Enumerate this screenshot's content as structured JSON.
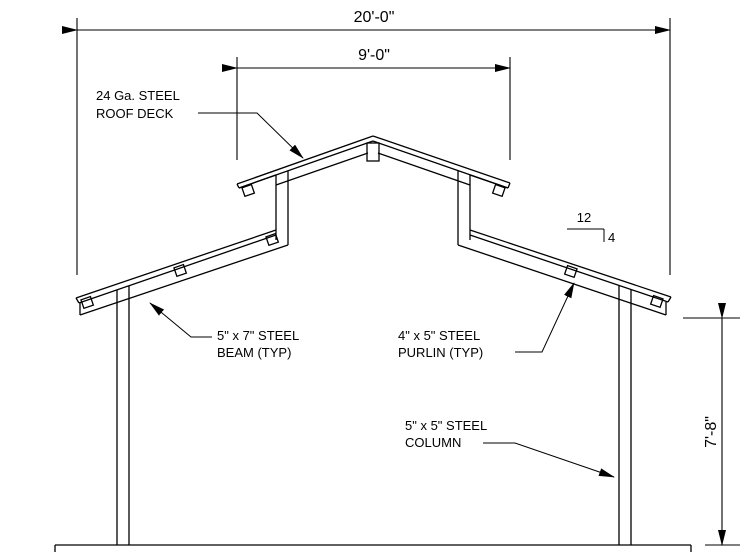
{
  "dimensions": {
    "overall_width": "20'-0\"",
    "upper_width": "9'-0\"",
    "column_height": "7'-8\""
  },
  "slope": {
    "run": "12",
    "rise": "4"
  },
  "labels": {
    "roof_deck": [
      "24 Ga. STEEL",
      "ROOF DECK"
    ],
    "beam": [
      "5\" x 7\" STEEL",
      "BEAM (TYP)"
    ],
    "purlin": [
      "4\" x 5\" STEEL",
      "PURLIN (TYP)"
    ],
    "column": [
      "5\" x 5\" STEEL",
      "COLUMN"
    ]
  }
}
